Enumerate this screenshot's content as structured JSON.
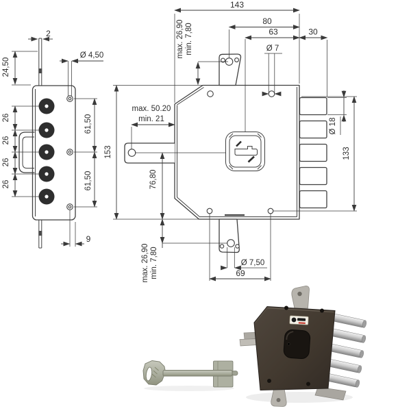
{
  "drawing": {
    "left_view": {
      "dim_rod_width": "2",
      "dim_rod_length": "24,50",
      "dim_screw_diameter": "Ø 4,50",
      "dim_bolt_spacing": "26",
      "dim_screw_spacing": "61,50",
      "dim_edge_offset": "9"
    },
    "front_view": {
      "dim_body_width": "143",
      "dim_tab_hole_to_edge": "80",
      "dim_keyhole_to_edge": "63",
      "dim_bolt_throw": "30",
      "dim_mount_hole_diameter": "Ø 7",
      "dim_top_tab_max": "max. 26,90",
      "dim_top_tab_min": "min. 7,80",
      "dim_backset_max": "max. 50.20",
      "dim_backset_min": "min. 21",
      "dim_body_height": "153",
      "dim_bar_to_bottom": "76,80",
      "dim_bolt_diameter": "Ø 18",
      "dim_bolt_span": "133",
      "dim_bottom_tab_max": "max. 26,90",
      "dim_bottom_tab_min": "min. 7,80",
      "dim_tab_hole_diameter": "Ø 7,50",
      "dim_bottom_hole_span": "69"
    }
  },
  "photo": {
    "body_color": "#42392f",
    "cap_color": "#191511",
    "bolt_count": 5,
    "label": {
      "bg": "#f3f0e6",
      "accent": "#c23327"
    }
  }
}
